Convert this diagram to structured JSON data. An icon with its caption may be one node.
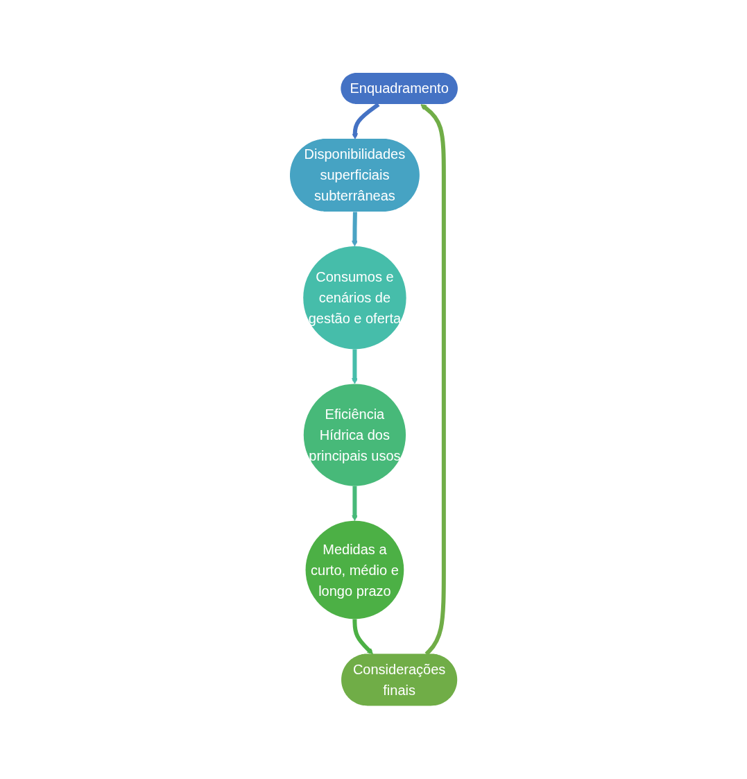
{
  "diagram": {
    "nodes": [
      {
        "text": [
          "Enquadramento"
        ]
      },
      {
        "text": [
          "Disponibilidades superficiais subterrâneas"
        ]
      },
      {
        "text": [
          "Consumos e cenários de gestão e oferta"
        ]
      },
      {
        "text": [
          "Eficiência Hídrica dos principais usos"
        ]
      },
      {
        "text": [
          "Medidas a curto, médio e longo prazo"
        ]
      },
      {
        "text": [
          "Considerações finais"
        ]
      }
    ],
    "edges": [
      {
        "from": 0,
        "to": 1,
        "arrow": "to",
        "color": "#4472c4"
      },
      {
        "from": 1,
        "to": 2,
        "arrow": "to",
        "color": "#4aa3c4"
      },
      {
        "from": 2,
        "to": 3,
        "arrow": "to",
        "color": "#46bdaa"
      },
      {
        "from": 3,
        "to": 4,
        "arrow": "to",
        "color": "#47b979"
      },
      {
        "from": 4,
        "to": 5,
        "arrow": "to",
        "color": "#4cb045"
      },
      {
        "from": 5,
        "to": 0,
        "arrow": "to",
        "color": "#70ad47"
      }
    ]
  }
}
